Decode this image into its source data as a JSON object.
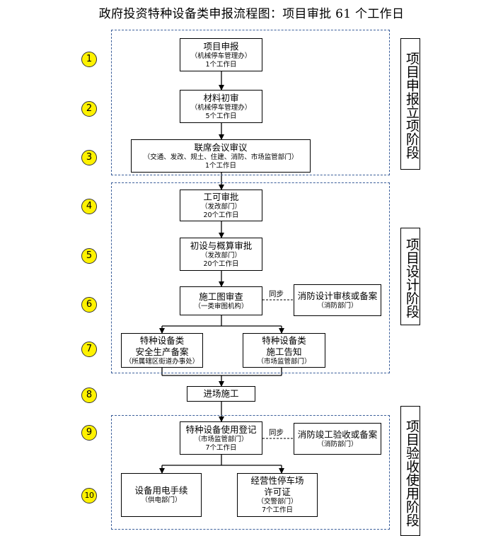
{
  "title": "政府投资特种设备类申报流程图：项目审批 61 个工作日",
  "stages": [
    {
      "label": "项目申报立项阶段"
    },
    {
      "label": "项目设计阶段"
    },
    {
      "label": "项目验收使用阶段"
    }
  ],
  "steps": [
    "1",
    "2",
    "3",
    "4",
    "5",
    "6",
    "7",
    "8",
    "9",
    "10"
  ],
  "boxes": {
    "project_apply": {
      "title": "项目申报",
      "dept": "（机械停车管理办）",
      "days": "1个工作日"
    },
    "material_review": {
      "title": "材料初审",
      "dept": "（机械停车管理办）",
      "days": "5个工作日"
    },
    "joint_meeting": {
      "title": "联席会议审议",
      "dept": "（交通、发改、规土、住建、消防、市场监管部门）",
      "days": "1个工作日"
    },
    "feasibility": {
      "title": "工可审批",
      "dept": "（发改部门）",
      "days": "20个工作日"
    },
    "preliminary_design": {
      "title": "初设与概算审批",
      "dept": "（发改部门）",
      "days": "20个工作日"
    },
    "construction_drawing": {
      "title": "施工图审查",
      "dept": "（一类审图机构）"
    },
    "fire_design": {
      "title": "消防设计审核或备案",
      "dept": "（消防部门）"
    },
    "safety_record_a": {
      "title_line1": "特种设备类",
      "title_line2": "安全生产备案",
      "dept": "（所属辖区街道办事处）"
    },
    "notice_b": {
      "title_line1": "特种设备类",
      "title_line2": "施工告知",
      "dept": "（市场监管部门）"
    },
    "enter_site": {
      "title": "进场施工"
    },
    "use_registration": {
      "title": "特种设备使用登记",
      "dept": "（市场监管部门）",
      "days": "7个工作日"
    },
    "fire_acceptance": {
      "title": "消防竣工验收或备案",
      "dept": "（消防部门）"
    },
    "power_procedure": {
      "title": "设备用电手续",
      "dept": "（供电部门）"
    },
    "parking_license": {
      "title_line1": "经营性停车场",
      "title_line2": "许可证",
      "dept": "（交警部门）",
      "days": "7个工作日"
    }
  },
  "sync_labels": [
    "同步",
    "同步"
  ],
  "colors": {
    "step_circle_fill": "#fff200",
    "stage_frame_border": "#3b5e9a"
  }
}
